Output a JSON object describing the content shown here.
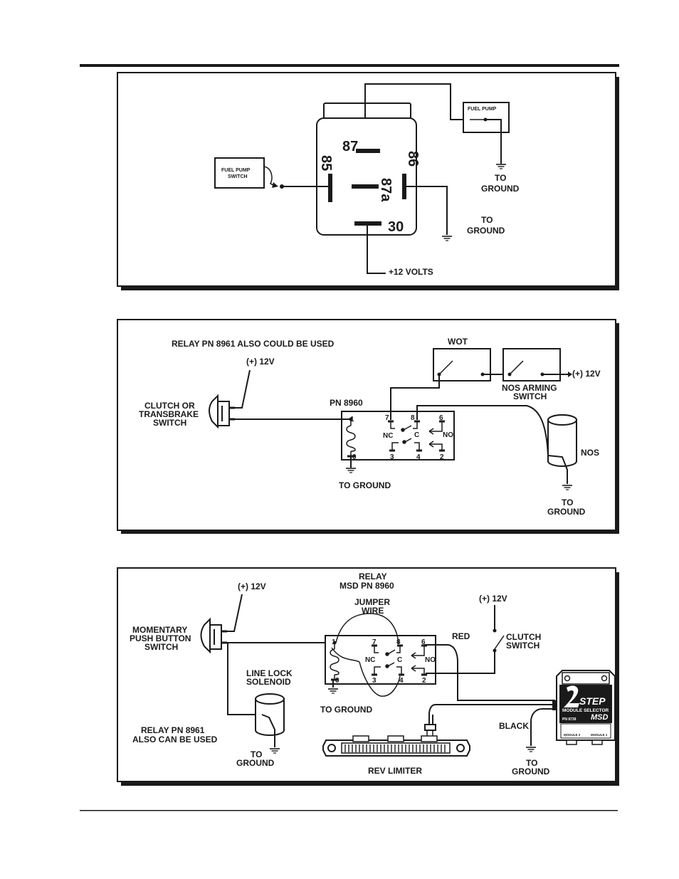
{
  "diagram1": {
    "pin_87": "87",
    "pin_85": "85",
    "pin_86": "86",
    "pin_87a": "87a",
    "pin_30": "30",
    "fuel_pump": "FUEL PUMP",
    "fuel_pump_switch_l1": "FUEL PUMP",
    "fuel_pump_switch_l2": "SWITCH",
    "ground_a_l1": "TO",
    "ground_a_l2": "GROUND",
    "ground_b_l1": "TO",
    "ground_b_l2": "GROUND",
    "plus12": "+12 VOLTS"
  },
  "diagram2": {
    "note": "RELAY PN 8961 ALSO COULD BE USED",
    "plus12_left": "(+) 12V",
    "switch_l1": "CLUTCH OR",
    "switch_l2": "TRANSBRAKE",
    "switch_l3": "SWITCH",
    "relay_pn": "PN 8960",
    "wot": "WOT",
    "nos_arming_l1": "NOS ARMING",
    "nos_arming_l2": "SWITCH",
    "plus12_right": "(+) 12V",
    "nos": "NOS",
    "ground_relay": "TO GROUND",
    "ground_nos_l1": "TO",
    "ground_nos_l2": "GROUND",
    "p1": "1",
    "p7": "7",
    "p8": "8",
    "p6": "6",
    "p0": "0",
    "p3": "3",
    "p4": "4",
    "p2": "2",
    "nc": "NC",
    "c": "C",
    "no": "NO"
  },
  "diagram3": {
    "relay_l1": "RELAY",
    "relay_l2": "MSD PN 8960",
    "jumper_l1": "JUMPER",
    "jumper_l2": "WIRE",
    "plus12_left": "(+) 12V",
    "plus12_right": "(+) 12V",
    "push_l1": "MOMENTARY",
    "push_l2": "PUSH BUTTON",
    "push_l3": "SWITCH",
    "linelock_l1": "LINE LOCK",
    "linelock_l2": "SOLENOID",
    "red": "RED",
    "clutch_l1": "CLUTCH",
    "clutch_l2": "SWITCH",
    "ground_relay": "TO GROUND",
    "note_l1": "RELAY PN 8961",
    "note_l2": "ALSO CAN BE USED",
    "ground_sol_l1": "TO",
    "ground_sol_l2": "GROUND",
    "black": "BLACK",
    "ground_mod_l1": "TO",
    "ground_mod_l2": "GROUND",
    "rev_limiter": "REV LIMITER",
    "module_step": "STEP",
    "module_selector": "MODULE SELECTOR",
    "module_brand": "MSD",
    "module_pn": "PN 8739",
    "module_a": "MODULE 2",
    "module_b": "MODULE 1",
    "p1": "1",
    "p7": "7",
    "p8": "8",
    "p6": "6",
    "p0": "0",
    "p3": "3",
    "p4": "4",
    "p2": "2",
    "nc": "NC",
    "c": "C",
    "no": "NO"
  }
}
